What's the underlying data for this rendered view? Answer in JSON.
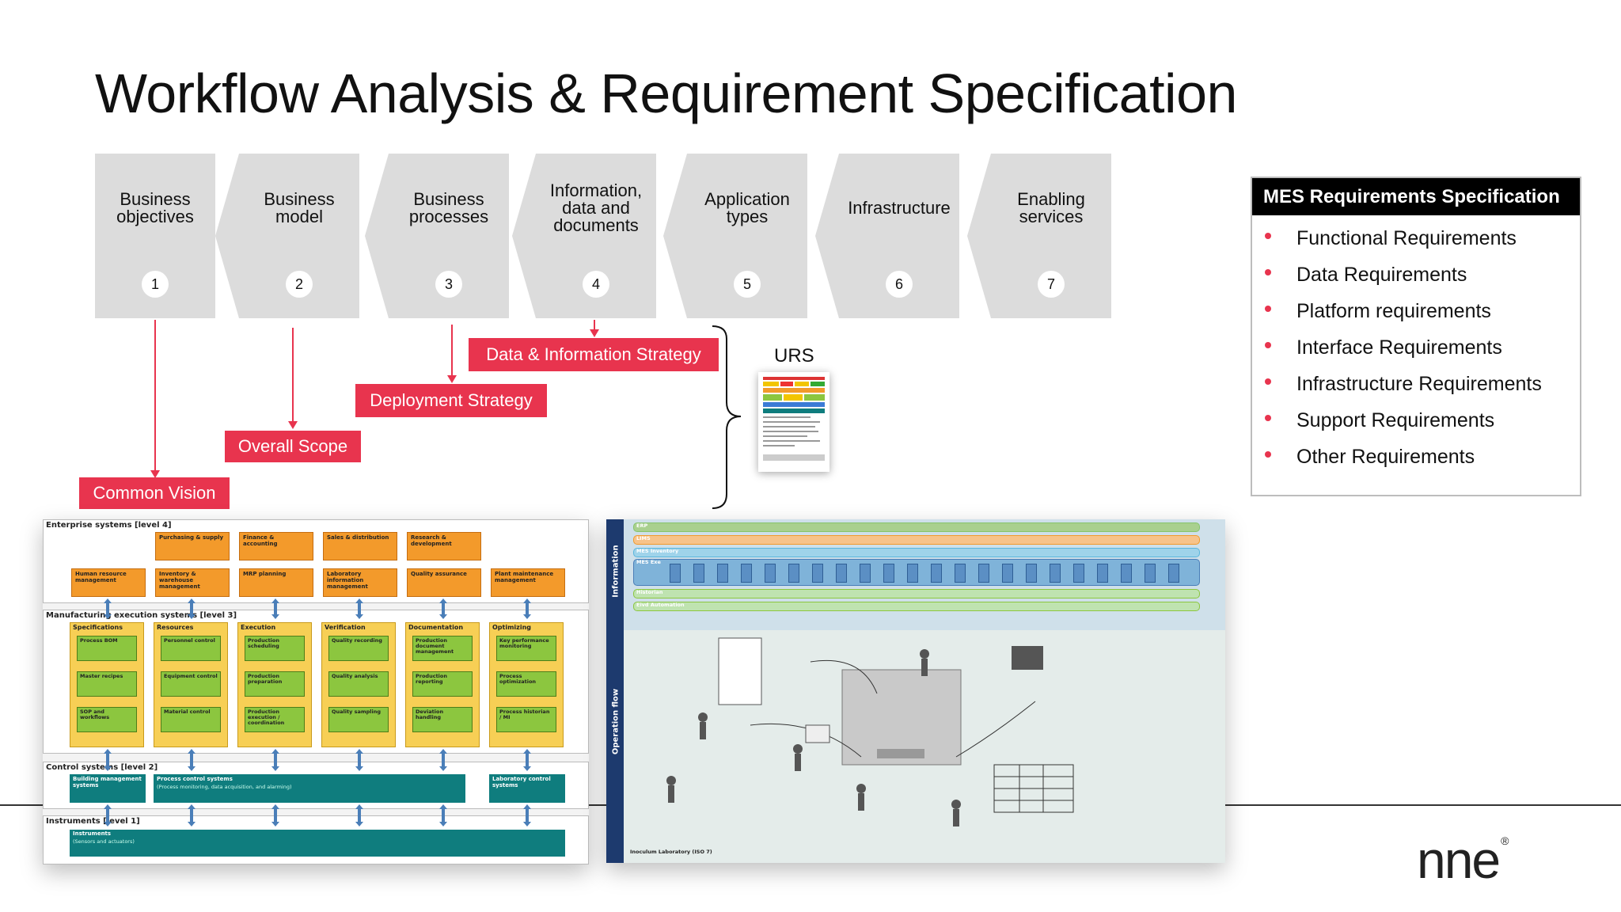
{
  "title": "Workflow Analysis & Requirement Specification",
  "steps": [
    {
      "label": "Business objectives",
      "num": "1"
    },
    {
      "label": "Business model",
      "num": "2"
    },
    {
      "label": "Business processes",
      "num": "3"
    },
    {
      "label": "Information, data and documents",
      "num": "4"
    },
    {
      "label": "Application types",
      "num": "5"
    },
    {
      "label": "Infrastructure",
      "num": "6"
    },
    {
      "label": "Enabling services",
      "num": "7"
    }
  ],
  "strategies": {
    "common_vision": "Common Vision",
    "overall_scope": "Overall Scope",
    "deployment_strategy": "Deployment Strategy",
    "data_strategy": "Data & Information Strategy"
  },
  "urs_label": "URS",
  "mes": {
    "heading": "MES Requirements Specification",
    "items": [
      "Functional Requirements",
      "Data Requirements",
      "Platform requirements",
      "Interface Requirements",
      "Infrastructure Requirements",
      "Support Requirements",
      "Other Requirements"
    ]
  },
  "isa95": {
    "level4": "Enterprise systems [level 4]",
    "level3": "Manufacturing execution systems [level 3]",
    "level2": "Control systems [level 2]",
    "level1": "Instruments [level 1]",
    "l4_top": [
      "Purchasing & supply",
      "Finance & accounting",
      "Sales & distribution",
      "Research & development"
    ],
    "l4_bottom": [
      "Human resource management",
      "Inventory & warehouse management",
      "MRP planning",
      "Laboratory information management",
      "Quality assurance",
      "Plant maintenance management"
    ],
    "columns": [
      {
        "head": "Specifications",
        "items": [
          "Process BOM",
          "Master recipes",
          "SOP and workflows"
        ]
      },
      {
        "head": "Resources",
        "items": [
          "Personnel control",
          "Equipment control",
          "Material control"
        ]
      },
      {
        "head": "Execution",
        "items": [
          "Production scheduling",
          "Production preparation",
          "Production execution / coordination"
        ]
      },
      {
        "head": "Verification",
        "items": [
          "Quality recording",
          "Quality analysis",
          "Quality sampling"
        ]
      },
      {
        "head": "Documentation",
        "items": [
          "Production document management",
          "Production reporting",
          "Deviation handling"
        ]
      },
      {
        "head": "Optimizing",
        "items": [
          "Key performance monitoring",
          "Process optimization",
          "Process historian / MI"
        ]
      }
    ],
    "l2_items": [
      "Building management systems",
      "Process control systems",
      "Laboratory control systems"
    ],
    "l2_pcs_sub": "(Process monitoring, data acquisition, and alarming)",
    "l1_item": "Instruments",
    "l1_sub": "(Sensors and actuators)"
  },
  "flow": {
    "side_top": "Information",
    "side_bottom": "Operation flow",
    "rows": [
      "ERP",
      "LIMS",
      "MES Inventory",
      "MES Exe",
      "Historian",
      "Eivd Automation"
    ],
    "footer": "Inoculum Laboratory (ISO 7)"
  },
  "logo": "nne",
  "colors": {
    "accent_red": "#e8344e",
    "step_gray": "#dcdcdc",
    "isa_orange": "#f39a2b",
    "isa_green": "#8cc63f",
    "isa_teal": "#0f7d7e"
  }
}
